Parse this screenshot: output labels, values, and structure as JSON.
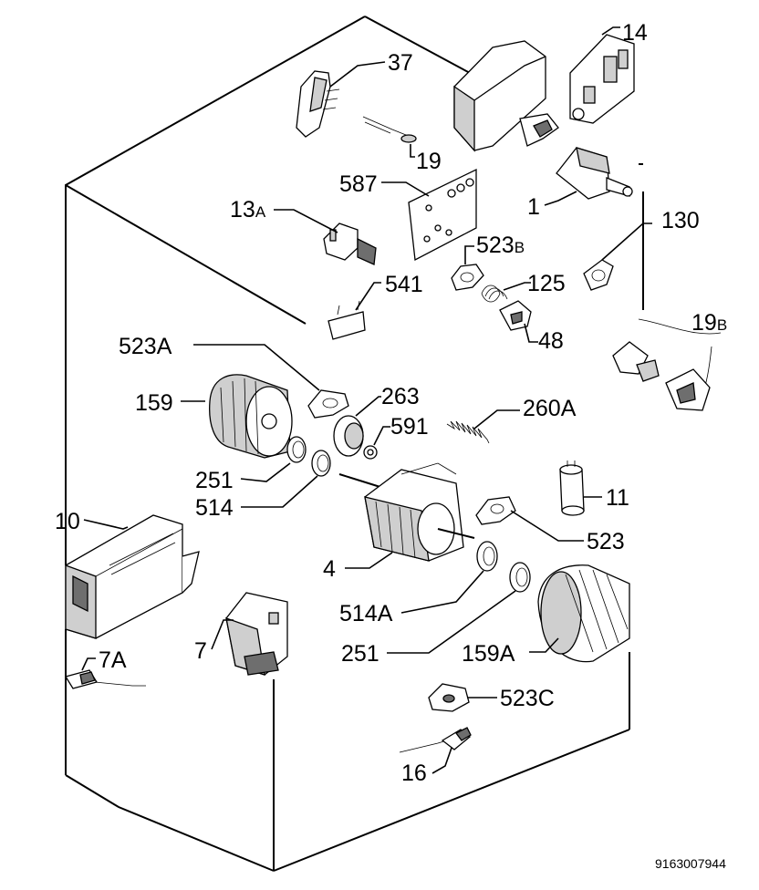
{
  "drawing_number": "9163007944",
  "labels": {
    "p14": "14",
    "p37": "37",
    "p19": "19",
    "p587": "587",
    "p1": "1",
    "p13": "13",
    "p13_suffix": "A",
    "p130": "130",
    "p523b": "523",
    "p523b_suffix": "B",
    "p541": "541",
    "p125": "125",
    "p48": "48",
    "p19b": "19",
    "p19b_suffix": "B",
    "p523a": "523A",
    "p159": "159",
    "p263": "263",
    "p591": "591",
    "p260a": "260A",
    "p251_top": "251",
    "p514_top": "514",
    "p11": "11",
    "p10": "10",
    "p523": "523",
    "p4": "4",
    "p514a": "514A",
    "p251_bottom": "251",
    "p159a": "159A",
    "p7": "7",
    "p7a": "7A",
    "p523c": "523C",
    "p16": "16"
  }
}
